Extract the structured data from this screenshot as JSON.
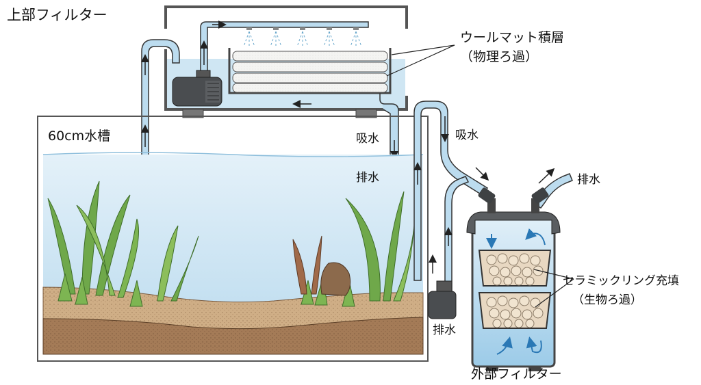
{
  "title": "上部フィルター",
  "tank_label": "60cm水槽",
  "top_filter": {
    "media_label": "ウールマット積層",
    "media_sub": "（物理ろ過）",
    "intake_label": "吸水",
    "outlet_label": "排水"
  },
  "external_filter": {
    "name": "外部フィルター",
    "media_label": "セラミックリング充填",
    "media_sub": "（生物ろ過）",
    "intake_label": "吸水",
    "outlet_label": "排水",
    "return_label": "排水"
  },
  "colors": {
    "water": "#cfe6f3",
    "water_deep": "#a9d1ea",
    "pipe": "#bcdcef",
    "outline": "#3a3a3a",
    "pump": "#4a4d50",
    "gravel": "#c9a37a",
    "soil": "#9b7352",
    "plant": "#6fa84a",
    "arrow_blue": "#2a78b5"
  }
}
